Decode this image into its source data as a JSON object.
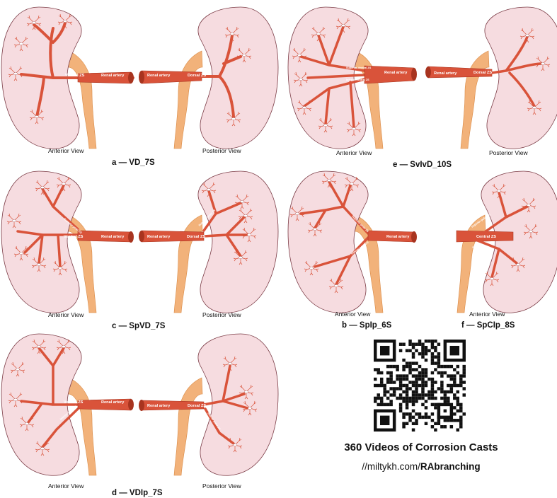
{
  "view_labels": {
    "anterior": "Anterior View",
    "posterior": "Posterior View"
  },
  "vessel_labels": {
    "renal_artery": "Renal artery",
    "ventral": "Ventral ZS",
    "dorsal": "Dorsal ZS",
    "superior_polar": "Superior polar ZS",
    "inferior_polar": "Inferior polar ZS",
    "central": "Central ZS",
    "superior_ventral": "Superior Ventral ZS",
    "inferior_ventral": "Inferior Ventral ZS"
  },
  "panels": [
    {
      "id": "a",
      "caption": "a — VD_7S"
    },
    {
      "id": "e",
      "caption": "e — SvIvD_10S"
    },
    {
      "id": "c",
      "caption": "c — SpVD_7S"
    },
    {
      "id": "b",
      "caption": "b — SpIp_6S"
    },
    {
      "id": "f",
      "caption": "f — SpCIp_8S"
    },
    {
      "id": "d",
      "caption": "d — VDIp_7S"
    }
  ],
  "promo": {
    "title": "360 Videos of Corrosion Casts",
    "url_prefix": "//miltykh.com/",
    "url_bold": "RAbranching"
  },
  "colors": {
    "kidney_fill": "#f6dce0",
    "kidney_stroke": "#7a3b45",
    "artery": "#d9533a",
    "artery_dark": "#a8341f",
    "ureter": "#f2b27a",
    "ureter_dark": "#d98944"
  }
}
